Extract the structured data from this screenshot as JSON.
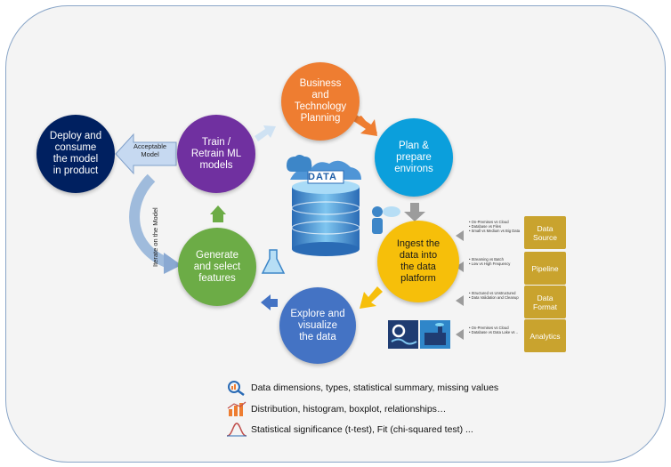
{
  "nodes": {
    "business": "Business\nand\nTechnology\nPlanning",
    "plan": "Plan &\nprepare\nenvirons",
    "ingest": "Ingest the\ndata into\nthe data\nplatform",
    "explore": "Explore and\nvisualize\nthe data",
    "generate": "Generate\nand select\nfeatures",
    "train": "Train /\nRetrain ML\nmodels",
    "deploy": "Deploy and\nconsume\nthe model\nin product"
  },
  "arrow_labels": {
    "acceptable_model": "Acceptable\nModel",
    "iterate": "Iterate on the Model"
  },
  "center_label": "DATA",
  "side_boxes": [
    {
      "label": "Data\nSource",
      "bullets": [
        "On-Premises vs Cloud",
        "Database vs Files",
        "Small vs Medium vs Big Data"
      ]
    },
    {
      "label": "Pipeline",
      "bullets": [
        "Streaming vs Batch",
        "Low vs High Frequency"
      ]
    },
    {
      "label": "Data\nFormat",
      "bullets": [
        "Structured vs Unstructured",
        "Data Validation and Cleanup"
      ]
    },
    {
      "label": "Analytics",
      "bullets": [
        "On-Premises vs Cloud",
        "Database vs Data Lake vs .."
      ]
    }
  ],
  "legend": [
    {
      "icon": "magnifier-chart-icon",
      "text": "Data dimensions, types, statistical summary, missing values"
    },
    {
      "icon": "bar-chart-icon",
      "text": "Distribution, histogram, boxplot, relationships…"
    },
    {
      "icon": "bell-curve-icon",
      "text": "Statistical significance (t-test), Fit (chi-squared test) ..."
    }
  ],
  "colors": {
    "orange": "#ee7d31",
    "blue": "#0b9fdc",
    "yellow": "#f6bf0a",
    "royal": "#4473c4",
    "green": "#6cac46",
    "purple": "#7030a0",
    "navy": "#002060",
    "gold": "#c9a32e"
  }
}
